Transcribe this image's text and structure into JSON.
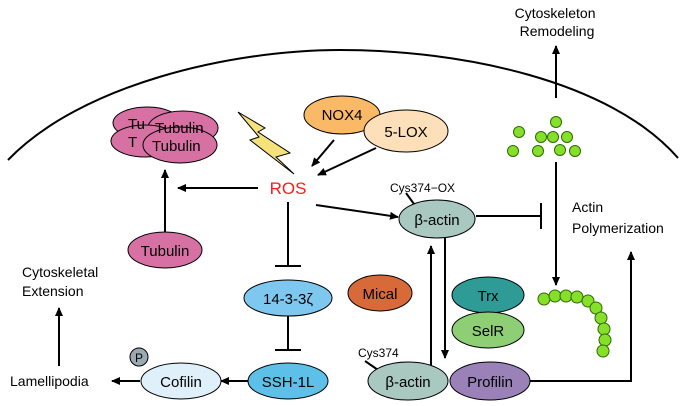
{
  "labels": {
    "cytoskeleton_remodeling": [
      "Cytoskeleton",
      "Remodeling"
    ],
    "actin_polymerization": [
      "Actin",
      "Polymerization"
    ],
    "cytoskeletal_extension": [
      "Cytoskeletal",
      "Extension"
    ],
    "lamellipodia": "Lamellipodia",
    "ros": "ROS",
    "cys374_ox": "Cys374−OX",
    "cys374": "Cys374"
  },
  "nodes": {
    "nox4": "NOX4",
    "lox5": "5-LOX",
    "tubulin_stack": [
      "Tu",
      "Tubulin",
      "T",
      "Tubulin"
    ],
    "tubulin": "Tubulin",
    "beta_actin_ox": "β-actin",
    "protein_1433": "14-3-3ζ",
    "mical": "Mical",
    "trx": "Trx",
    "selr": "SelR",
    "ssh1l": "SSH-1L",
    "cofilin": "Cofilin",
    "phospho": "P",
    "beta_actin": "β-actin",
    "profilin": "Profilin"
  },
  "colors": {
    "tubulin": "#d770a3",
    "nox4": "#f9b966",
    "lox5": "#fde0b9",
    "ros_text": "#ff1a1a",
    "beta_actin": "#a8c8c0",
    "protein_1433": "#7ec8f0",
    "mical": "#d86a3a",
    "trx": "#2e9b96",
    "selr": "#8ecf76",
    "ssh1l": "#5cc0e8",
    "cofilin": "#dff0fa",
    "phospho": "#9aaab2",
    "profilin": "#9a82b9",
    "actin_dot": "#86e02a",
    "lightning": "#f5e27a"
  }
}
